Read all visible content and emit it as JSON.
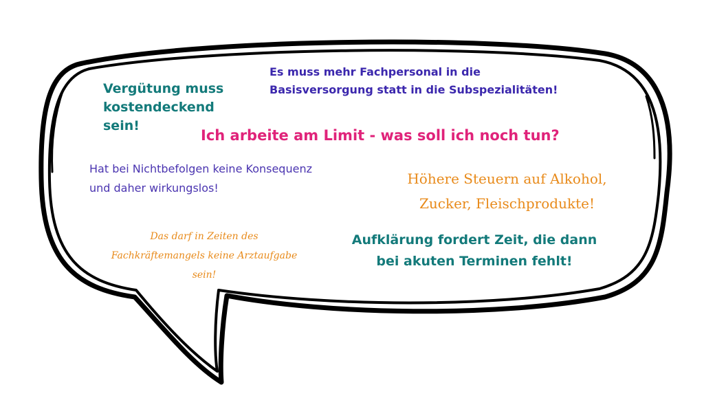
{
  "colors": {
    "teal": "#137a7a",
    "indigo": "#3b27ad",
    "magenta": "#e0237a",
    "purple": "#4a34b0",
    "orange": "#e88a1a",
    "outline": "#000000"
  },
  "bubble": {
    "shape": "hand-drawn speech bubble with tail at bottom-left"
  },
  "quotes": [
    {
      "id": "q1",
      "text": "Vergütung muss\nkostendeckend\nsein!",
      "color": "#137a7a"
    },
    {
      "id": "q2",
      "text": "Es muss mehr Fachpersonal in die\nBasisversorgung statt in die Subspezialitäten!",
      "color": "#3b27ad"
    },
    {
      "id": "q3",
      "text": "Ich arbeite am Limit - was soll ich noch tun?",
      "color": "#e0237a"
    },
    {
      "id": "q4",
      "text": "Hat bei Nichtbefolgen keine Konsequenz\nund daher wirkungslos!",
      "color": "#4a34b0"
    },
    {
      "id": "q5",
      "text": "Höhere Steuern auf Alkohol,\nZucker, Fleischprodukte!",
      "color": "#e88a1a"
    },
    {
      "id": "q6",
      "text": "Das darf in Zeiten des\nFachkräftemangels keine Arztaufgabe\nsein!",
      "color": "#e88a1a"
    },
    {
      "id": "q7",
      "text": "Aufklärung fordert Zeit, die dann\nbei akuten Terminen fehlt!",
      "color": "#137a7a"
    }
  ]
}
